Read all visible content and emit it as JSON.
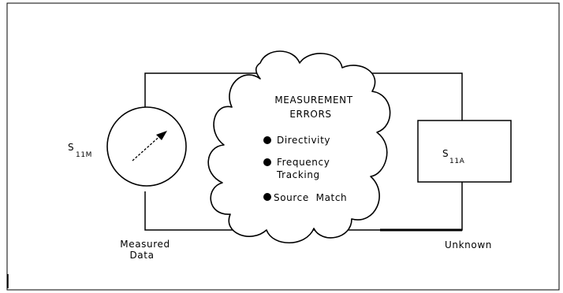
{
  "instrument": {
    "symbol": "S",
    "subscript": "11M"
  },
  "measured_data": {
    "line1": "Measured",
    "line2": "Data"
  },
  "errors": {
    "title_line1": "MEASUREMENT",
    "title_line2": "ERRORS",
    "items": [
      {
        "line1": "Directivity"
      },
      {
        "line1": "Frequency",
        "line2": "Tracking"
      },
      {
        "line1": "Source  Match"
      }
    ]
  },
  "unknown_device": {
    "symbol": "S",
    "subscript": "11A"
  },
  "unknown_label": "Unknown"
}
